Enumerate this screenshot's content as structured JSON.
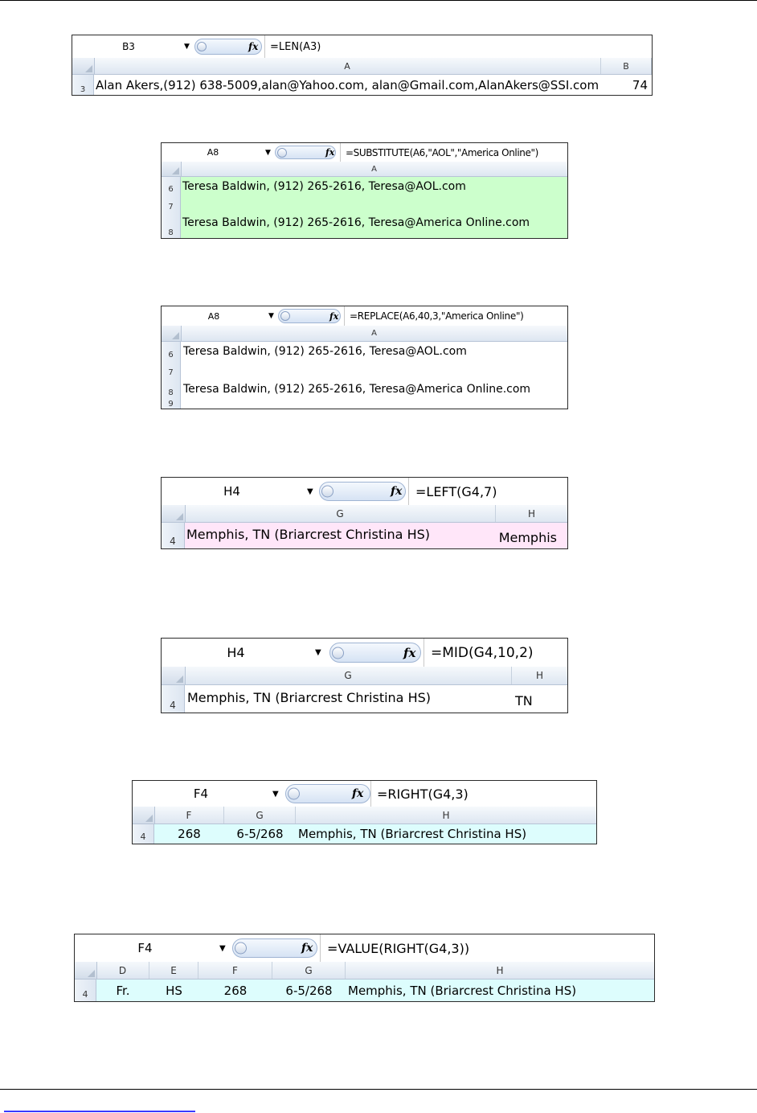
{
  "colors": {
    "green_fill": "#ccffcc",
    "pink_fill": "#ffe6f9",
    "cyan_fill": "#ddfdfd",
    "ribbon_blue": "#dde6f1"
  },
  "icons": {
    "dropdown": "dropdown-arrow-icon",
    "fx": "function-fx-icon",
    "knob": "formula-bar-knob-icon",
    "corner": "select-all-corner-icon"
  },
  "shots": {
    "len": {
      "namebox": "B3",
      "fx": "fx",
      "formula": "=LEN(A3)",
      "columns": [
        "A",
        "B"
      ],
      "row": "3",
      "cells": [
        "Alan Akers,(912) 638-5009,alan@Yahoo.com, alan@Gmail.com,AlanAkers@SSI.com",
        "74"
      ]
    },
    "substitute": {
      "namebox": "A8",
      "fx": "fx",
      "formula": "=SUBSTITUTE(A6,\"AOL\",\"America Online\")",
      "columns": [
        "A"
      ],
      "rows": [
        "6",
        "7",
        "8"
      ],
      "cells": [
        "Teresa Baldwin, (912) 265-2616, Teresa@AOL.com",
        "",
        "Teresa Baldwin, (912) 265-2616, Teresa@America Online.com"
      ]
    },
    "replace": {
      "namebox": "A8",
      "fx": "fx",
      "formula": "=REPLACE(A6,40,3,\"America Online\")",
      "columns": [
        "A"
      ],
      "rows": [
        "6",
        "7",
        "8",
        "9"
      ],
      "cells": [
        "Teresa Baldwin, (912) 265-2616, Teresa@AOL.com",
        "",
        "Teresa Baldwin, (912) 265-2616, Teresa@America Online.com"
      ]
    },
    "left": {
      "namebox": "H4",
      "fx": "fx",
      "formula": "=LEFT(G4,7)",
      "columns": [
        "G",
        "H"
      ],
      "row": "4",
      "cells": [
        "Memphis, TN (Briarcrest Christina HS)",
        "Memphis"
      ]
    },
    "mid": {
      "namebox": "H4",
      "fx": "fx",
      "formula": "=MID(G4,10,2)",
      "columns": [
        "G",
        "H"
      ],
      "row": "4",
      "cells": [
        "Memphis, TN (Briarcrest Christina HS)",
        "TN"
      ]
    },
    "right": {
      "namebox": "F4",
      "fx": "fx",
      "formula": "=RIGHT(G4,3)",
      "columns": [
        "F",
        "G",
        "H"
      ],
      "row": "4",
      "cells": [
        "268",
        "6-5/268",
        "Memphis, TN (Briarcrest Christina HS)"
      ]
    },
    "value": {
      "namebox": "F4",
      "fx": "fx",
      "formula": "=VALUE(RIGHT(G4,3))",
      "columns": [
        "D",
        "E",
        "F",
        "G",
        "H"
      ],
      "row": "4",
      "cells": [
        "Fr.",
        "HS",
        "268",
        "6-5/268",
        "Memphis, TN (Briarcrest Christina HS)"
      ]
    }
  }
}
